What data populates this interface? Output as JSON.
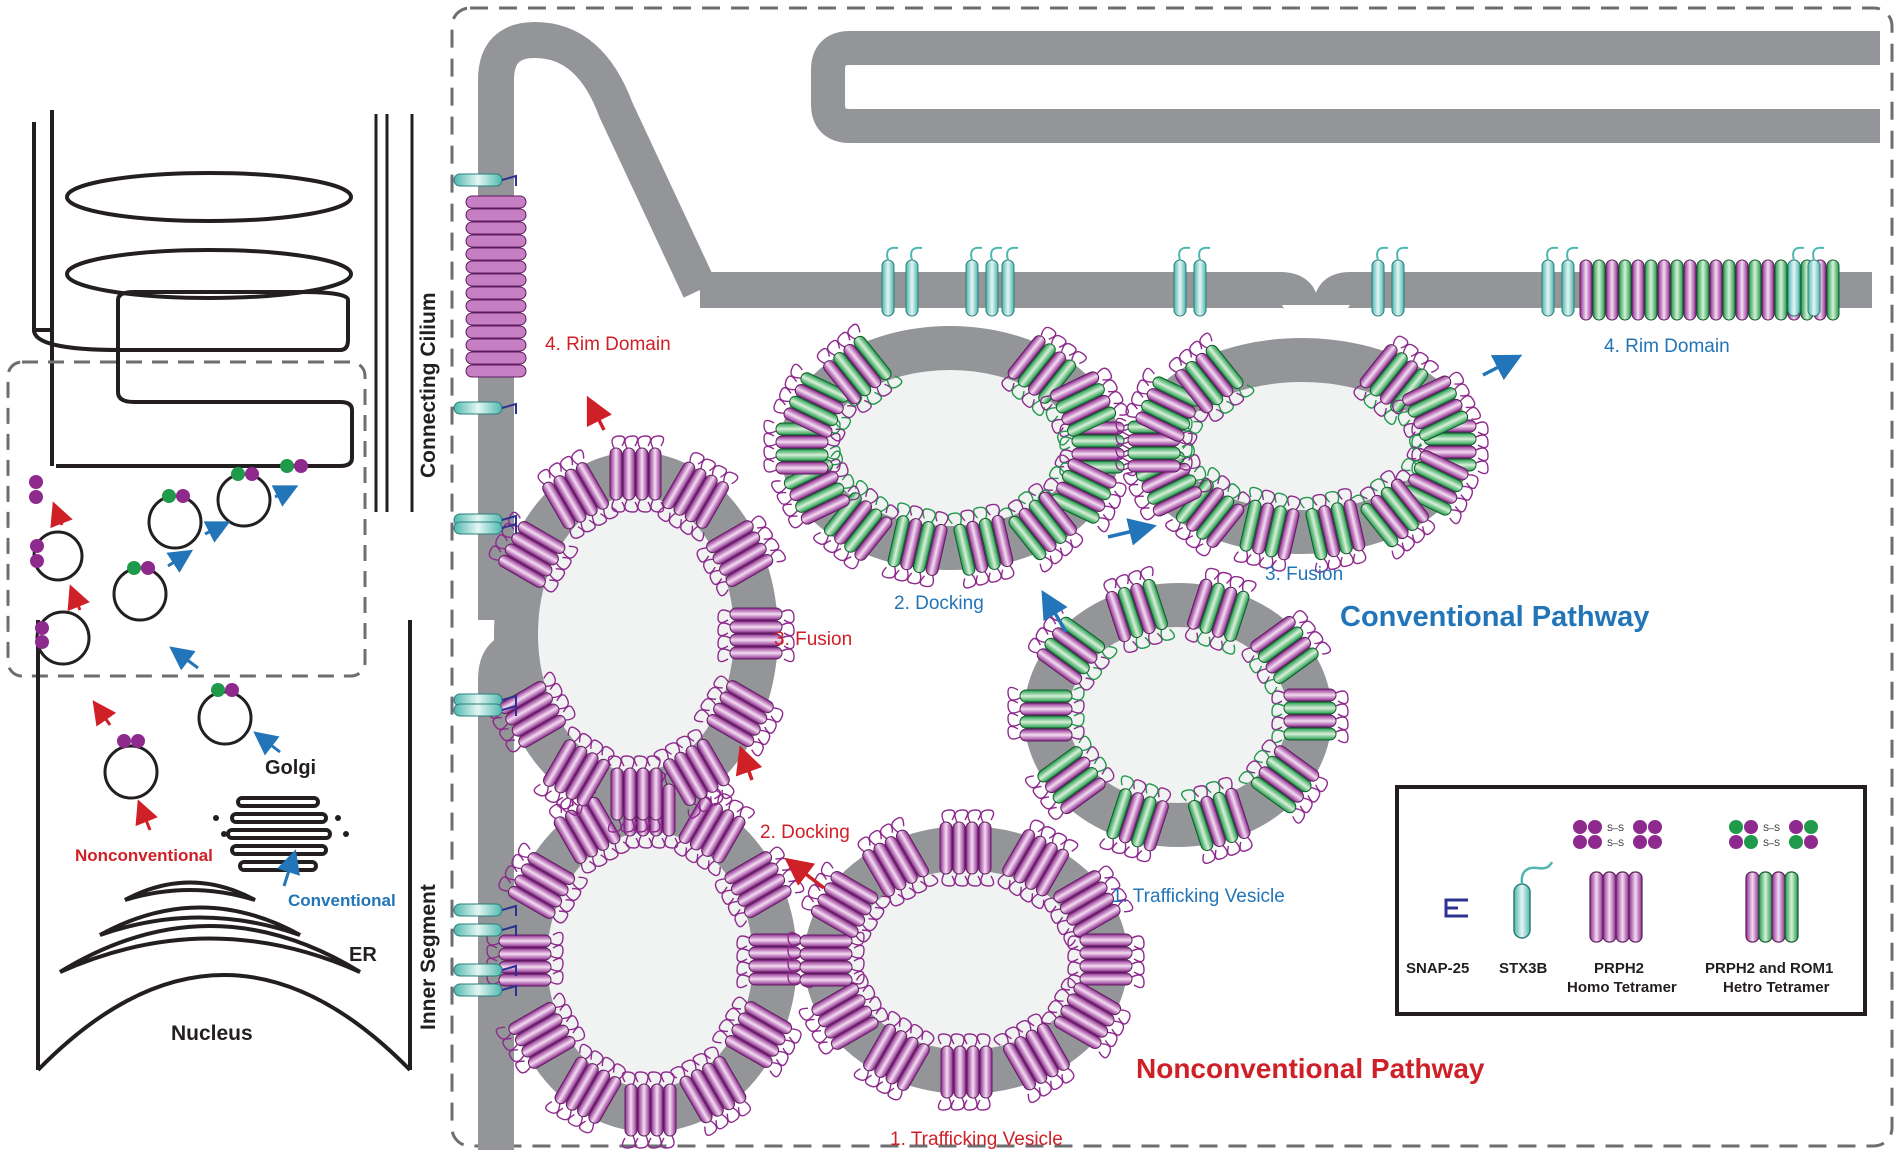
{
  "left_panel": {
    "nonconventional": "Nonconventional",
    "conventional": "Conventional",
    "golgi": "Golgi",
    "er": "ER",
    "nucleus": "Nucleus",
    "connecting_cilium": "Connecting Cilium",
    "inner_segment": "Inner Segment"
  },
  "nonconventional_pathway": {
    "title": "Nonconventional Pathway",
    "steps": [
      "1. Trafficking Vesicle",
      "2. Docking",
      "3. Fusion",
      "4. Rim Domain"
    ]
  },
  "conventional_pathway": {
    "title": "Conventional Pathway",
    "steps": [
      "1. Trafficking Vesicle",
      "2. Docking",
      "3. Fusion",
      "4. Rim Domain"
    ]
  },
  "legend": {
    "snap25": "SNAP-25",
    "stx3b": "STX3B",
    "prph2_l1": "PRPH2",
    "prph2_l2": "Homo Tetramer",
    "hetero_l1": "PRPH2 and ROM1",
    "hetero_l2": "Hetro Tetramer",
    "disulfide": "S–S"
  },
  "colors": {
    "membrane": "#939598",
    "lumen": "#f1f2f2",
    "prph2": "#8e2a8e",
    "rom1": "#1e9a4a",
    "stx3b": "#4fb7b0",
    "snap25": "#2e3192",
    "red": "#cf2027",
    "blue": "#2275b8"
  }
}
